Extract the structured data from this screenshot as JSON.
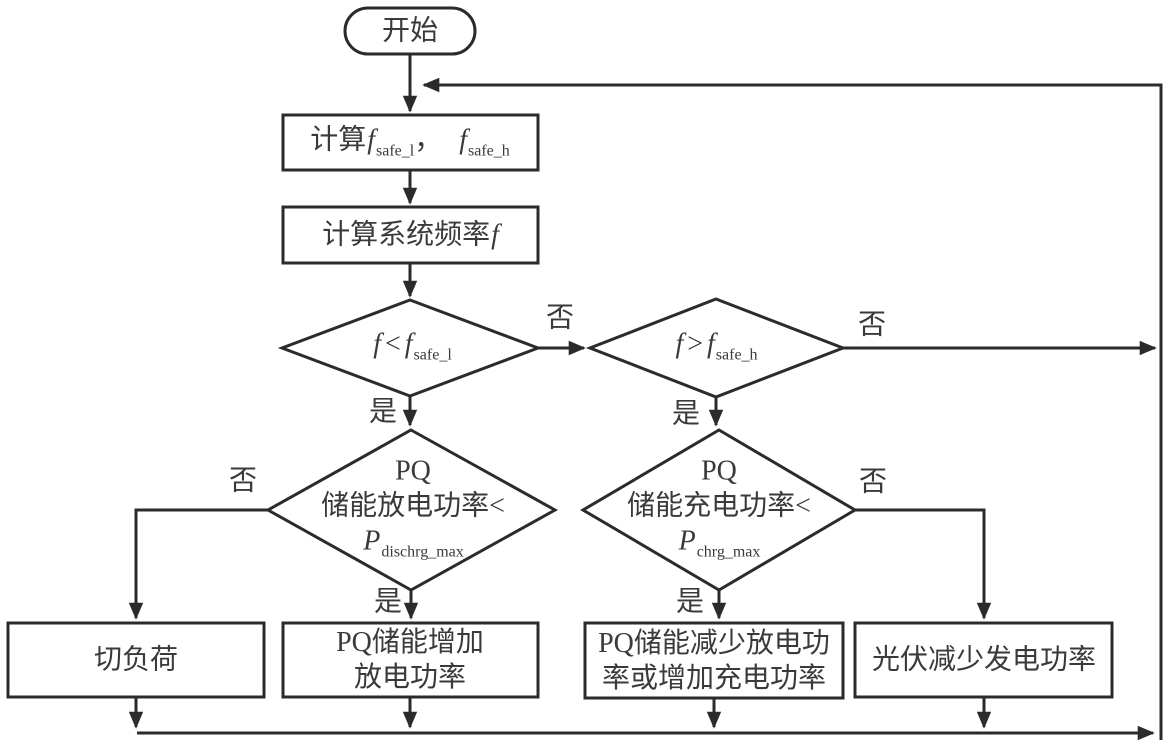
{
  "flowchart": {
    "colors": {
      "line": "#2b2b2b",
      "background": "#ffffff",
      "text": "#3a3a3a"
    },
    "labels": {
      "yes": "是",
      "no": "否"
    },
    "start": {
      "label": "开始"
    },
    "calc_safe": {
      "prefix": "计算",
      "var1": "f",
      "sub1": "safe_l",
      "separator": "，",
      "var2": "f",
      "sub2": "safe_h"
    },
    "calc_freq": {
      "prefix": "计算系统频率",
      "var": "f"
    },
    "freq_low": {
      "var1": "f",
      "op": "<",
      "var2": "f",
      "sub": "safe_l"
    },
    "freq_high": {
      "var1": "f",
      "op": ">",
      "var2": "f",
      "sub": "safe_h"
    },
    "discharge_check": {
      "line1": "PQ",
      "line2": "储能放电功率",
      "op": "<",
      "var": "P",
      "sub": "dischrg_max"
    },
    "charge_check": {
      "line1": "PQ",
      "line2": "储能充电功率",
      "op": "<",
      "var": "P",
      "sub": "chrg_max"
    },
    "shed_load": {
      "label": "切负荷"
    },
    "increase_discharge": {
      "line1": "PQ储能增加",
      "line2": "放电功率"
    },
    "reduce_discharge": {
      "line1": "PQ储能减少放电功",
      "line2": "率或增加充电功率"
    },
    "pv_reduce": {
      "label": "光伏减少发电功率"
    }
  }
}
